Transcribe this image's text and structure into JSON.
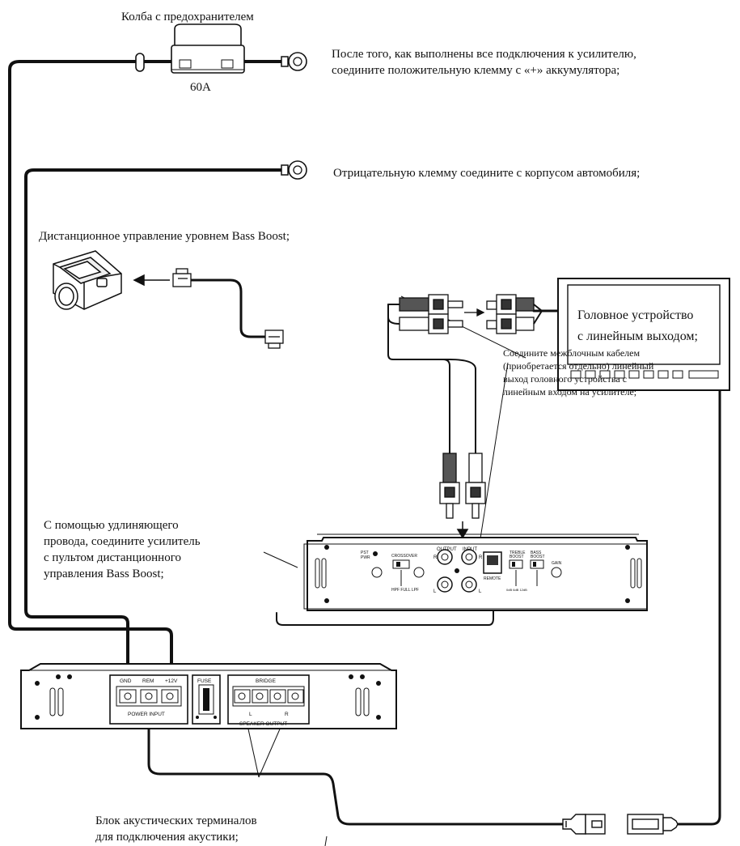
{
  "captions": {
    "fuse_holder": "Колба с предохранителем",
    "fuse_rating": "60A",
    "positive_line1": "После того, как выполнены все подключения к усилителю,",
    "positive_line2": "соедините положительную клемму с «+» аккумулятора;",
    "negative": "Отрицательную клемму соедините с корпусом автомобиля;",
    "head_unit_line1": "Головное устройство",
    "head_unit_line2": "с линейным выходом;",
    "remote": "Дистанционное управление уровнем Bass Boost;",
    "interconnect_line1": "Соедините межблочным кабелем",
    "interconnect_line2": "(приобретается отдельно) линейный",
    "interconnect_line3": "выход головного устройства с",
    "interconnect_line4": "линейным входом на усилителе;",
    "extension_line1": "С помощью удлиняющего",
    "extension_line2": "провода, соедините усилитель",
    "extension_line3": "с пультом дистанционного",
    "extension_line4": "управления Bass Boost;",
    "terminal_line1": "Блок акустических терминалов",
    "terminal_line2": "для подключения акустики;"
  },
  "amp_top_labels": {
    "pst_pwr": "PST\nPWR",
    "crossover": "CROSSOVER",
    "xover_modes": "HPF FULL LPF",
    "output": "OUTPUT",
    "input": "INPUT",
    "r": "R",
    "l": "L",
    "remote": "REMOTE",
    "treble_boost": "TREBLE\nBOOST",
    "bass_boost": "BASS\nBOOST",
    "gain": "GAIN",
    "boost_scale": "0dB 6dB 12dB"
  },
  "amp_panel_labels": {
    "gnd": "GND",
    "rem": "REM",
    "plus12v": "+12V",
    "power_input": "POWER INPUT",
    "fuse": "FUSE",
    "bridge": "BRIDGE",
    "speaker_output": "SPEAKER OUTPUT",
    "l_terms": "L",
    "r_terms": "R"
  },
  "colors": {
    "ink": "#111111",
    "panel": "#ffffff",
    "rca_dark": "#444444"
  }
}
